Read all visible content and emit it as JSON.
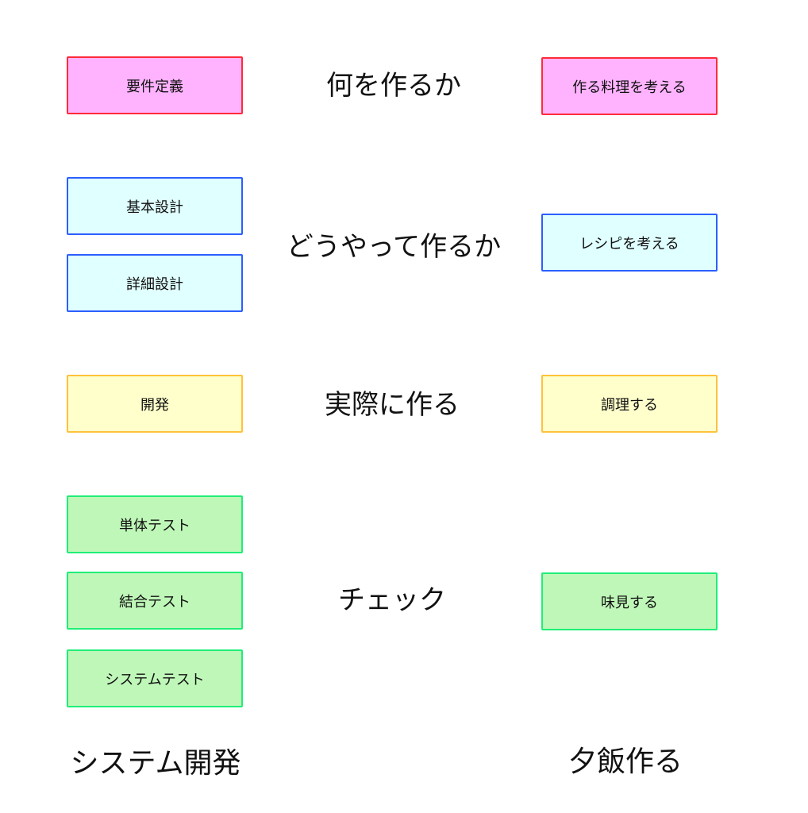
{
  "left_column": {
    "title": "システム開発",
    "boxes": [
      {
        "label": "要件定義",
        "color": "pink"
      },
      {
        "label": "基本設計",
        "color": "cyan"
      },
      {
        "label": "詳細設計",
        "color": "cyan"
      },
      {
        "label": "開発",
        "color": "yellow"
      },
      {
        "label": "単体テスト",
        "color": "green"
      },
      {
        "label": "結合テスト",
        "color": "green"
      },
      {
        "label": "システムテスト",
        "color": "green"
      }
    ]
  },
  "right_column": {
    "title": "夕飯作る",
    "boxes": [
      {
        "label": "作る料理を考える",
        "color": "pink"
      },
      {
        "label": "レシピを考える",
        "color": "cyan"
      },
      {
        "label": "調理する",
        "color": "yellow"
      },
      {
        "label": "味見する",
        "color": "green"
      }
    ]
  },
  "phases": [
    {
      "label": "何を作るか"
    },
    {
      "label": "どうやって作るか"
    },
    {
      "label": "実際に作る"
    },
    {
      "label": "チェック"
    }
  ],
  "colors": {
    "pink_fill": "#ffb3ff",
    "pink_border": "#ff2b3a",
    "cyan_fill": "#e0ffff",
    "cyan_border": "#2c5fff",
    "yellow_fill": "#ffffcc",
    "yellow_border": "#ffc23a",
    "green_fill": "#bff7b8",
    "green_border": "#1fee78"
  }
}
